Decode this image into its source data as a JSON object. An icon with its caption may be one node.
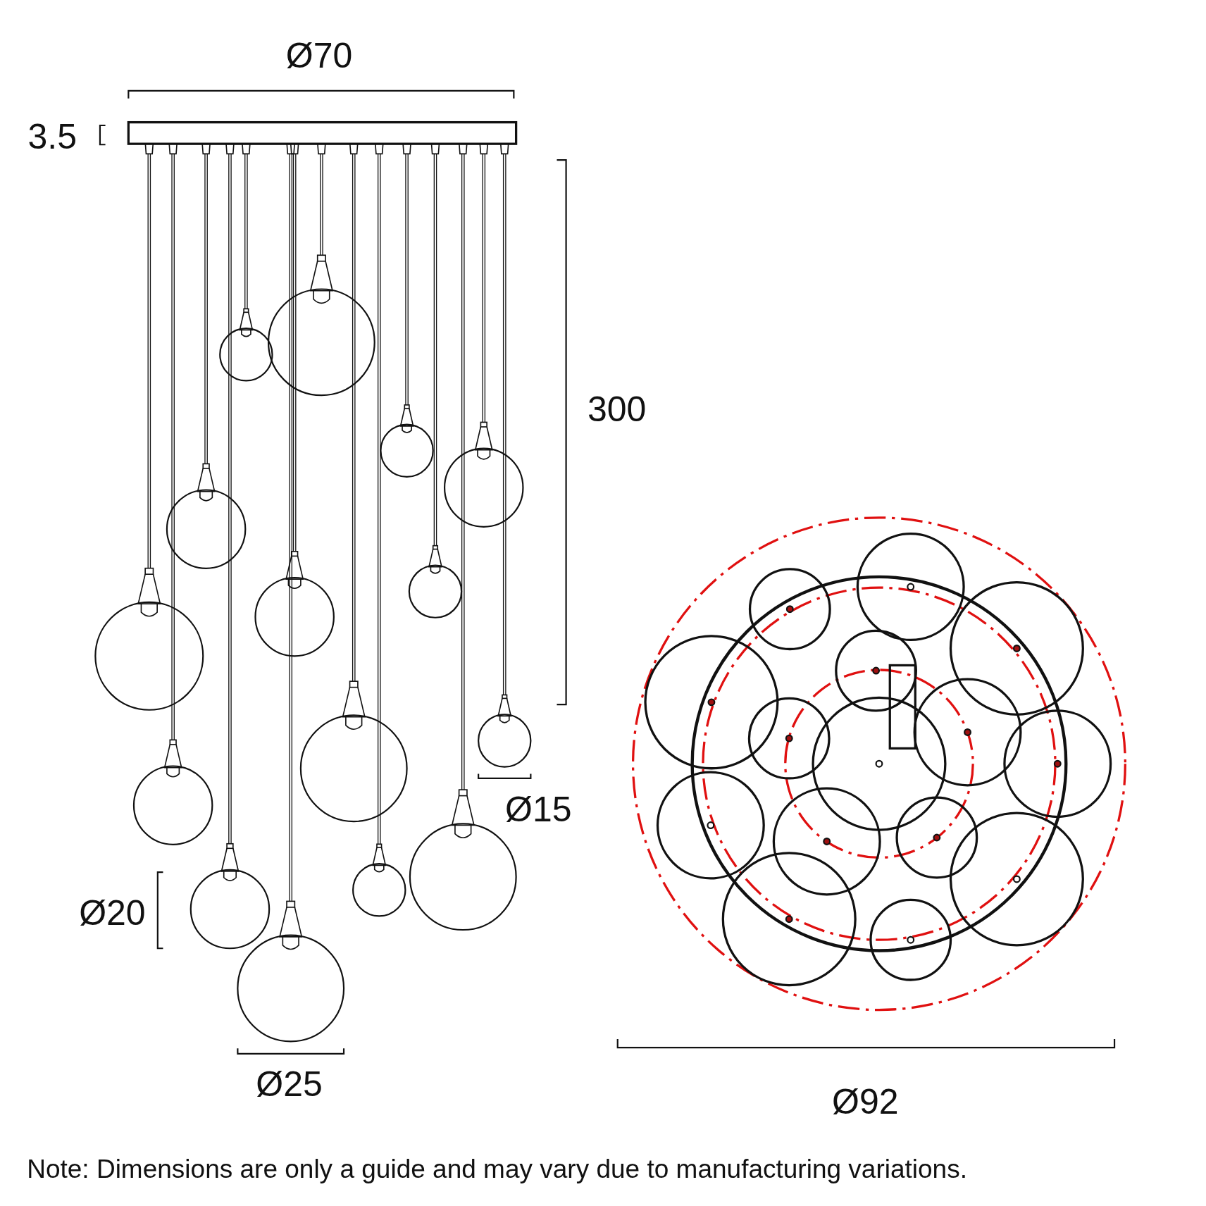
{
  "diagram": {
    "labels": [
      "Ø70",
      "3.5",
      "300",
      "Ø15",
      "Ø20",
      "Ø25",
      "Ø92",
      "Note: Dimensions are only a guide and may vary due to manufacturing variations."
    ]
  }
}
